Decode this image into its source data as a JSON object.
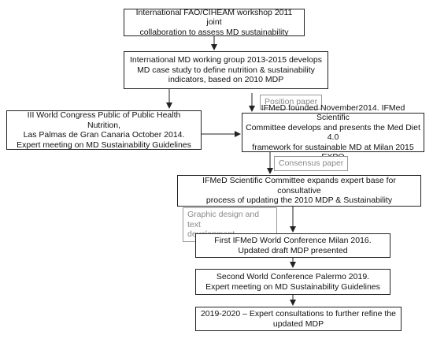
{
  "boxes": {
    "b1": "International FAO/CIHEAM workshop 2011 joint\ncollaboration to assess MD sustainability",
    "b2": "International MD working group 2013-2015 develops\nMD case study to define nutrition & sustainability\nindicators, based on 2010 MDP",
    "b3": "III World Congress Public  of Public Health Nutrition,\nLas Palmas de Gran Canaria October 2014.\nExpert meeting on MD Sustainability Guidelines",
    "b4": "IFMeD founded November2014. IFMed Scientific\nCommittee develops and presents the  Med Diet 4.0\nframework for sustainable  MD at Milan 2015 EXPO",
    "b5": "IFMeD Scientific Committee expands expert base  for consultative\nprocess of  updating the 2010 MDP & Sustainability",
    "b6": "First IFMeD World Conference Milan 2016.\nUpdated draft MDP presented",
    "b7": "Second World Conference Palermo 2019.\nExpert meeting on MD Sustainability Guidelines",
    "b8": "2019-2020 – Expert consultations to further refine the\nupdated MDP"
  },
  "labels": {
    "position_paper": "Position paper",
    "consensus_paper": "Consensus paper",
    "graphic_design": "Graphic design and text\ndevelopment"
  }
}
